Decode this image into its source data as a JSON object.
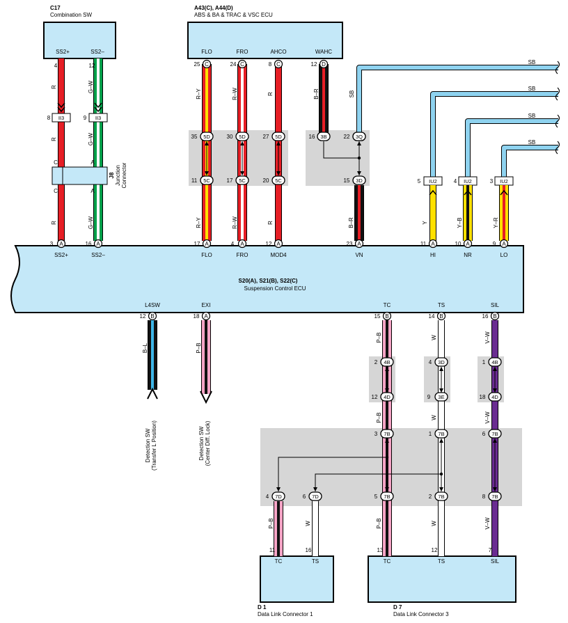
{
  "colors": {
    "box_fill": "#c4e8f8",
    "junction_gray": "#d6d6d6",
    "wire_red": "#e61e25",
    "wire_green": "#00a14b",
    "wire_yellow": "#ffe000",
    "wire_black": "#111111",
    "wire_sky": "#8fd3f0",
    "wire_pink": "#f6a4c6",
    "wire_violet": "#6a2c91",
    "wire_white": "#ffffff",
    "wire_lightblue": "#3db6e8"
  },
  "components": {
    "c17": {
      "code": "C17",
      "name": "Combination SW",
      "pins": [
        "SS2+",
        "SS2–"
      ],
      "pin_numbers": [
        "4",
        "12"
      ]
    },
    "abs": {
      "code": "A43(C), A44(D)",
      "name": "ABS & BA & TRAC & VSC ECU",
      "pins": [
        "FLO",
        "FRO",
        "AHCO",
        "WAHC"
      ],
      "pin_numbers": [
        "25",
        "24",
        "8",
        "12"
      ],
      "pin_letters": [
        "C",
        "C",
        "C",
        "D"
      ]
    },
    "ecu": {
      "code": "S20(A), S21(B), S22(C)",
      "name": "Suspension Control ECU",
      "top_pins": [
        "SS2+",
        "SS2–",
        "FLO",
        "FRO",
        "MOD4",
        "VN",
        "HI",
        "NR",
        "LO"
      ],
      "top_numbers": [
        "3",
        "16",
        "17",
        "4",
        "12",
        "23",
        "11",
        "10",
        "9"
      ],
      "bottom_pins": [
        "L4SW",
        "EXI",
        "TC",
        "TS",
        "SIL"
      ],
      "bottom_numbers": [
        "12",
        "18",
        "15",
        "14",
        "16"
      ],
      "bottom_letters": [
        "B",
        "A",
        "B",
        "B",
        "B"
      ]
    },
    "d1": {
      "code": "D 1",
      "name": "Data Link Connector 1",
      "pins": [
        "TC",
        "TS"
      ],
      "pin_numbers": [
        "11",
        "16"
      ]
    },
    "d7": {
      "code": "D 7",
      "name": "Data Link Connector 3",
      "pins": [
        "TC",
        "TS",
        "SIL"
      ],
      "pin_numbers": [
        "13",
        "12",
        "7"
      ]
    },
    "j8": {
      "code": "J8",
      "name_line1": "Junction",
      "name_line2": "Connector",
      "pin_c": "C",
      "pin_a": "A"
    }
  },
  "connectors": {
    "ii3": "II3",
    "iu2": "IU2",
    "ii3_pins": [
      "8",
      "9"
    ],
    "iu2_pins": [
      "5",
      "4",
      "3"
    ]
  },
  "junction_pins": {
    "abs_top": [
      {
        "n": "35",
        "id": "5D"
      },
      {
        "n": "30",
        "id": "5D"
      },
      {
        "n": "27",
        "id": "5D"
      },
      {
        "n": "16",
        "id": "3B"
      },
      {
        "n": "22",
        "id": "3Q"
      }
    ],
    "abs_bottom": [
      {
        "n": "11",
        "id": "5C"
      },
      {
        "n": "17",
        "id": "5C"
      },
      {
        "n": "20",
        "id": "5C"
      },
      {
        "n": "15",
        "id": "3D"
      }
    ],
    "lower_top": [
      {
        "n": "2",
        "id": "4B"
      },
      {
        "n": "4",
        "id": "3D"
      },
      {
        "n": "1",
        "id": "4B"
      }
    ],
    "lower_bottom": [
      {
        "n": "12",
        "id": "4D"
      },
      {
        "n": "9",
        "id": "3E"
      },
      {
        "n": "18",
        "id": "4D"
      }
    ],
    "big_top": [
      {
        "n": "3",
        "id": "7B"
      },
      {
        "n": "1",
        "id": "7B"
      },
      {
        "n": "6",
        "id": "7B"
      }
    ],
    "big_bottom": [
      {
        "n": "4",
        "id": "7D"
      },
      {
        "n": "6",
        "id": "7D"
      },
      {
        "n": "5",
        "id": "7B"
      },
      {
        "n": "2",
        "id": "7B"
      },
      {
        "n": "8",
        "id": "7B"
      }
    ]
  },
  "wire_labels": {
    "r": "R",
    "gw": "G–W",
    "ry": "R–Y",
    "rw": "R–W",
    "br": "B–R",
    "sb": "SB",
    "y": "Y",
    "yb": "Y–B",
    "yr": "Y–R",
    "bl": "B–L",
    "pb": "P–B",
    "w": "W",
    "vw": "V–W"
  },
  "detection": {
    "l4": {
      "line1": "Detection SW",
      "line2": "(Transfer L Position)"
    },
    "exi": {
      "line1": "Detection SW",
      "line2": "(Center Diff. Lock)"
    }
  }
}
